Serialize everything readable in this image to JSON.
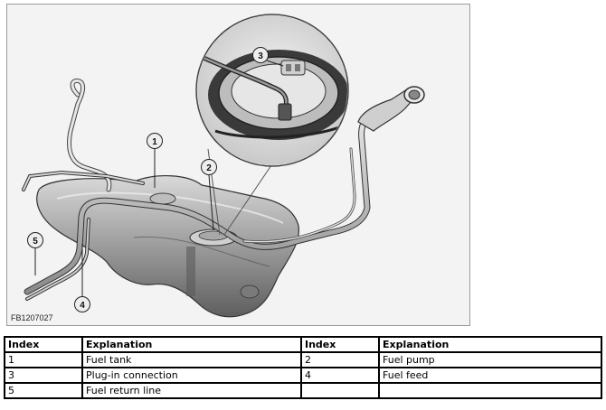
{
  "figure": {
    "id": "FB1207027",
    "callouts": [
      "1",
      "2",
      "3",
      "4",
      "5"
    ]
  },
  "legend": {
    "headers": [
      "Index",
      "Explanation",
      "Index",
      "Explanation"
    ],
    "rows": [
      [
        "1",
        "Fuel tank",
        "2",
        "Fuel pump"
      ],
      [
        "3",
        "Plug-in connection",
        "4",
        "Fuel feed"
      ],
      [
        "5",
        "Fuel return line",
        "",
        ""
      ]
    ]
  }
}
